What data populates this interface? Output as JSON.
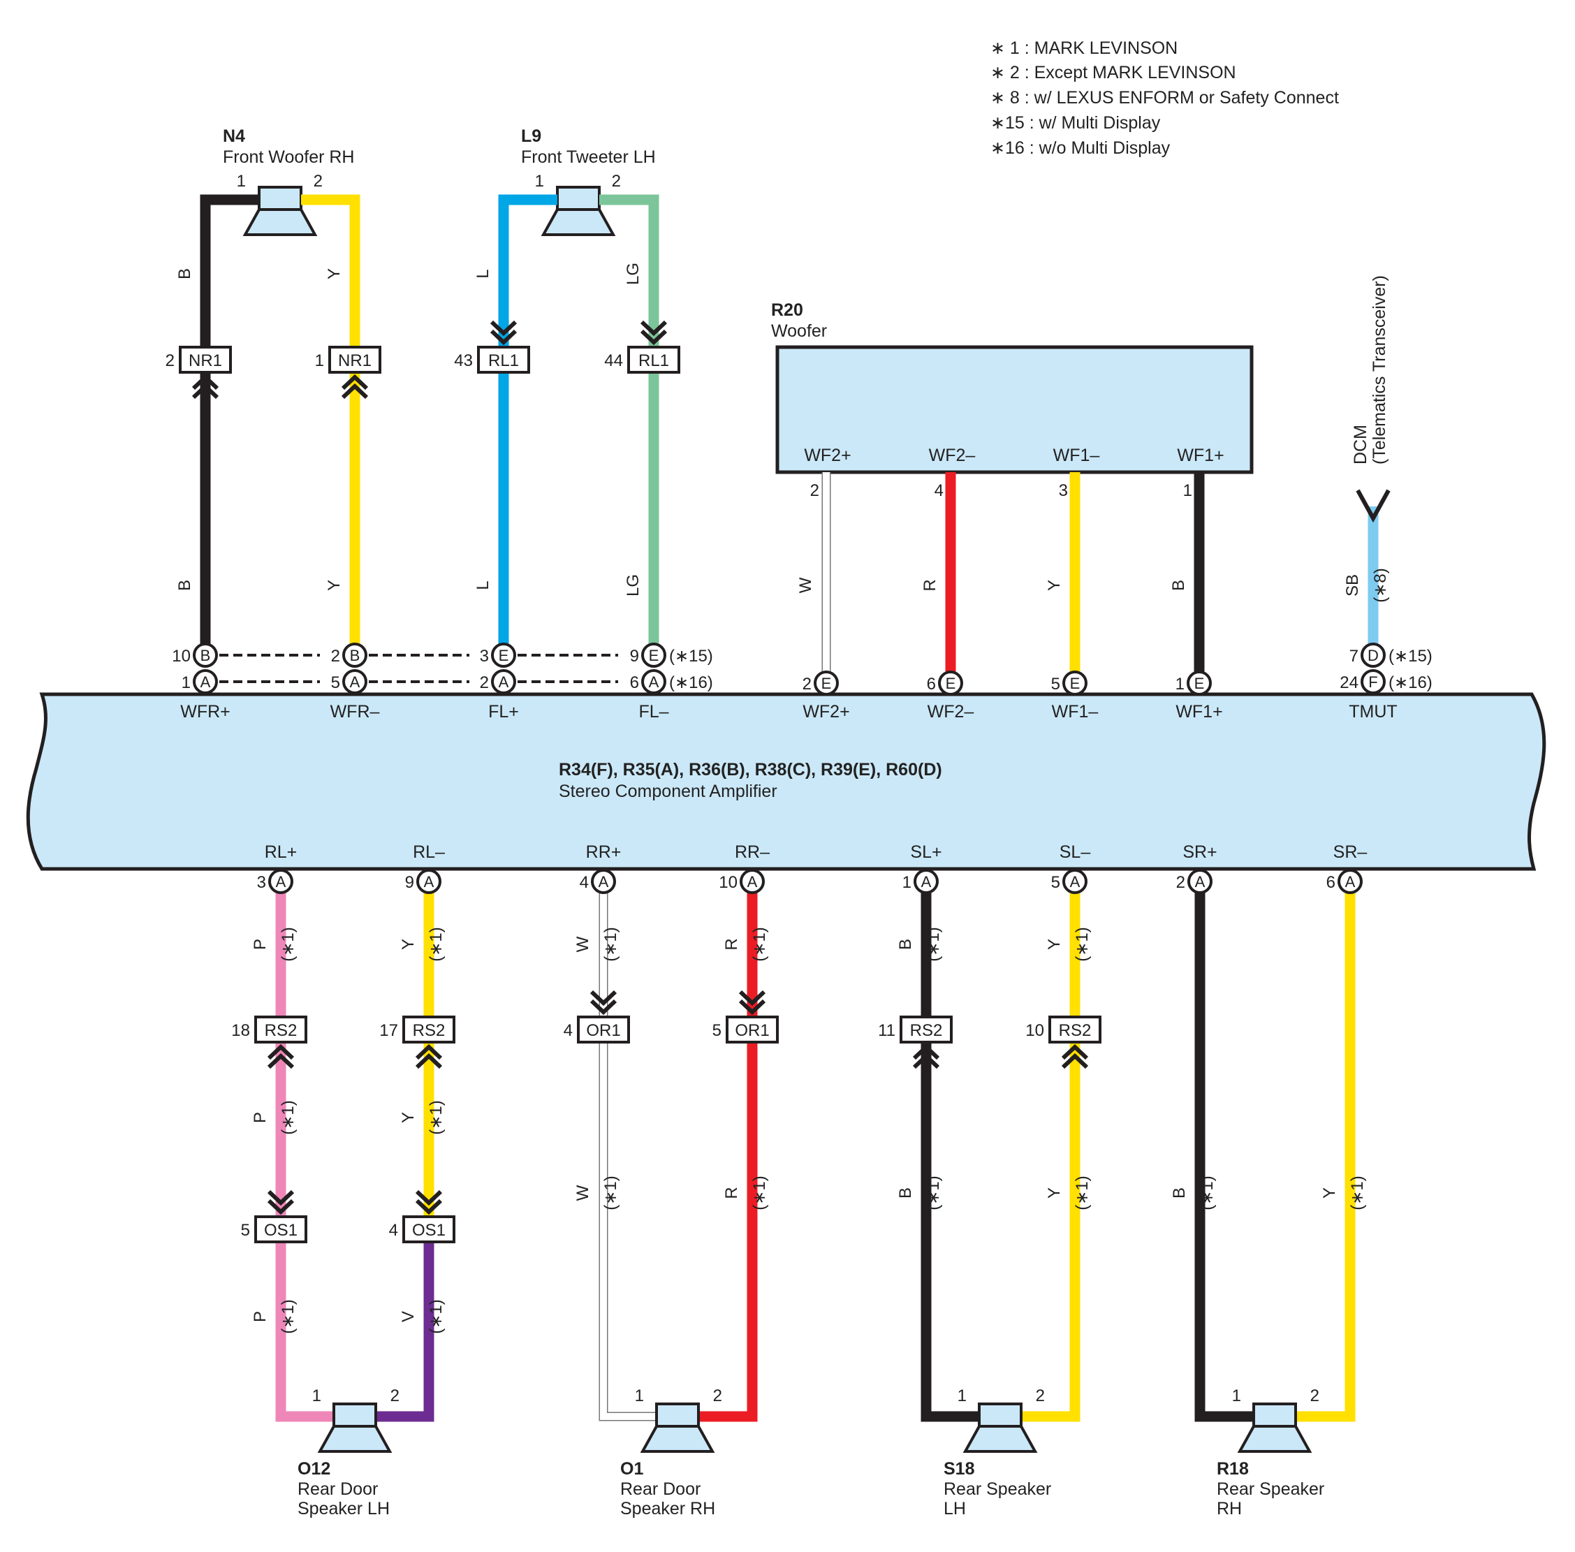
{
  "colors": {
    "panel_fill": "#cbe8f8",
    "B": "#231f20",
    "Y": "#ffe000",
    "L": "#00a6e6",
    "LG": "#7cc59a",
    "W": "#ffffff",
    "R": "#ec1c24",
    "P": "#ef86b8",
    "V": "#6d2c91",
    "SB": "#7ecbf0"
  },
  "notes": [
    "∗ 1 : MARK LEVINSON",
    "∗ 2 : Except MARK LEVINSON",
    "∗ 8 : w/ LEXUS ENFORM or Safety Connect",
    "∗15 : w/ Multi Display",
    "∗16 : w/o Multi Display"
  ],
  "amplifier": {
    "code": "R34(F), R35(A), R36(B), R38(C), R39(E), R60(D)",
    "name": "Stereo Component Amplifier",
    "top_terminals": [
      {
        "name": "WFR+",
        "upper_pin": "10",
        "upper_conn": "B",
        "lower_pin": "1",
        "lower_conn": "A"
      },
      {
        "name": "WFR–",
        "upper_pin": "2",
        "upper_conn": "B",
        "lower_pin": "5",
        "lower_conn": "A"
      },
      {
        "name": "FL+",
        "upper_pin": "3",
        "upper_conn": "E",
        "lower_pin": "2",
        "lower_conn": "A"
      },
      {
        "name": "FL–",
        "upper_pin": "9",
        "upper_conn": "E",
        "lower_pin": "6",
        "lower_conn": "A",
        "upper_note": "(∗15)",
        "lower_note": "(∗16)"
      },
      {
        "name": "WF2+",
        "lower_pin": "2",
        "lower_conn": "E"
      },
      {
        "name": "WF2–",
        "lower_pin": "6",
        "lower_conn": "E"
      },
      {
        "name": "WF1–",
        "lower_pin": "5",
        "lower_conn": "E"
      },
      {
        "name": "WF1+",
        "lower_pin": "1",
        "lower_conn": "E"
      },
      {
        "name": "TMUT",
        "upper_pin": "7",
        "upper_conn": "D",
        "lower_pin": "24",
        "lower_conn": "F",
        "upper_note": "(∗15)",
        "lower_note": "(∗16)"
      }
    ],
    "bottom_terminals": [
      {
        "name": "RL+",
        "pin": "3",
        "conn": "A"
      },
      {
        "name": "RL–",
        "pin": "9",
        "conn": "A"
      },
      {
        "name": "RR+",
        "pin": "4",
        "conn": "A"
      },
      {
        "name": "RR–",
        "pin": "10",
        "conn": "A"
      },
      {
        "name": "SL+",
        "pin": "1",
        "conn": "A"
      },
      {
        "name": "SL–",
        "pin": "5",
        "conn": "A"
      },
      {
        "name": "SR+",
        "pin": "2",
        "conn": "A"
      },
      {
        "name": "SR–",
        "pin": "6",
        "conn": "A"
      }
    ]
  },
  "woofer": {
    "code": "R20",
    "name": "Woofer",
    "terminals": [
      {
        "name": "WF2+",
        "pin": "2",
        "color": "W"
      },
      {
        "name": "WF2–",
        "pin": "4",
        "color": "R"
      },
      {
        "name": "WF1–",
        "pin": "3",
        "color": "Y"
      },
      {
        "name": "WF1+",
        "pin": "1",
        "color": "B"
      }
    ]
  },
  "dcm": {
    "line1": "DCM",
    "line2": "(Telematics Transceiver)",
    "wire_color": "SB",
    "note": "(∗8)"
  },
  "speakers": [
    {
      "code": "N4",
      "line1": "Front Woofer RH",
      "line2": "",
      "pin_left": "1",
      "pin_right": "2"
    },
    {
      "code": "L9",
      "line1": "Front Tweeter LH",
      "line2": "",
      "pin_left": "1",
      "pin_right": "2"
    },
    {
      "code": "O12",
      "line1": "Rear Door",
      "line2": "Speaker LH",
      "pin_left": "1",
      "pin_right": "2"
    },
    {
      "code": "O1",
      "line1": "Rear Door",
      "line2": "Speaker RH",
      "pin_left": "1",
      "pin_right": "2"
    },
    {
      "code": "S18",
      "line1": "Rear Speaker",
      "line2": "LH",
      "pin_left": "1",
      "pin_right": "2"
    },
    {
      "code": "R18",
      "line1": "Rear Speaker",
      "line2": "RH",
      "pin_left": "1",
      "pin_right": "2"
    }
  ],
  "top_wires": [
    {
      "color": "B",
      "conn_pin": "2",
      "conn_label": "NR1",
      "connector_type": "male-up"
    },
    {
      "color": "Y",
      "conn_pin": "1",
      "conn_label": "NR1",
      "connector_type": "male-up"
    },
    {
      "color": "L",
      "conn_pin": "43",
      "conn_label": "RL1",
      "connector_type": "female-down"
    },
    {
      "color": "LG",
      "conn_pin": "44",
      "conn_label": "RL1",
      "connector_type": "female-down"
    }
  ],
  "bottom_wires": [
    {
      "color_upper": "P",
      "color_mid": "P",
      "color_lower": "P",
      "conn1_pin": "18",
      "conn1_label": "RS2",
      "conn2_pin": "5",
      "conn2_label": "OS1",
      "note": "(∗1)"
    },
    {
      "color_upper": "Y",
      "color_mid": "Y",
      "color_lower": "V",
      "conn1_pin": "17",
      "conn1_label": "RS2",
      "conn2_pin": "4",
      "conn2_label": "OS1",
      "note": "(∗1)"
    },
    {
      "color_upper": "W",
      "color_mid": "W",
      "conn1_pin": "4",
      "conn1_label": "OR1",
      "note": "(∗1)"
    },
    {
      "color_upper": "R",
      "color_mid": "R",
      "conn1_pin": "5",
      "conn1_label": "OR1",
      "note": "(∗1)"
    },
    {
      "color_upper": "B",
      "color_mid": "B",
      "conn1_pin": "11",
      "conn1_label": "RS2",
      "note": "(∗1)"
    },
    {
      "color_upper": "Y",
      "color_mid": "Y",
      "conn1_pin": "10",
      "conn1_label": "RS2",
      "note": "(∗1)"
    },
    {
      "color_mid": "B",
      "note": "(∗1)"
    },
    {
      "color_mid": "Y",
      "note": "(∗1)"
    }
  ]
}
